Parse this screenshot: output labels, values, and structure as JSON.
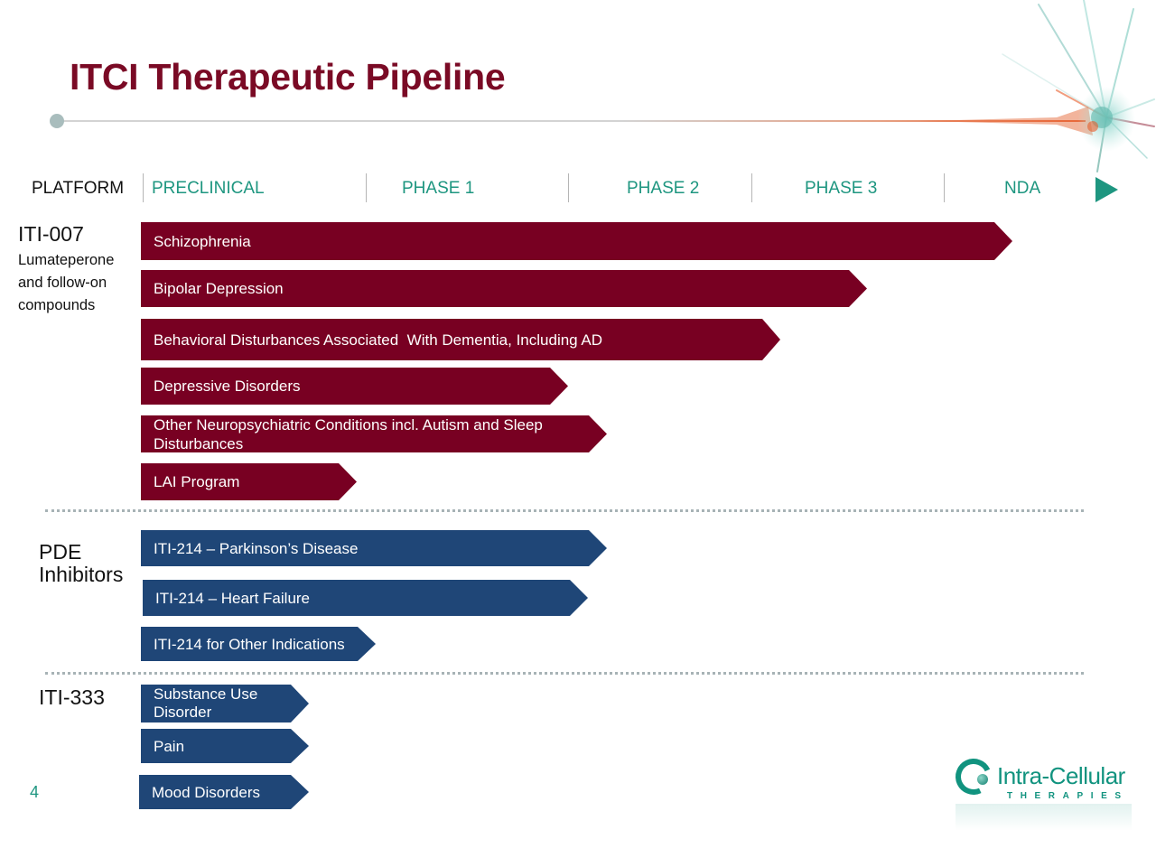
{
  "header": {
    "title": "ITCI Therapeutic Pipeline"
  },
  "phases": {
    "platform": "PLATFORM",
    "preclinical": "PRECLINICAL",
    "phase1": "PHASE 1",
    "phase2": "PHASE 2",
    "phase3": "PHASE 3",
    "nda": "NDA"
  },
  "groups": {
    "iti007": {
      "name": "ITI-007",
      "subtitle_lines": [
        "Lumateperone",
        "and follow-on",
        "compounds"
      ],
      "programs": [
        {
          "label": "Schizophrenia",
          "stage": "NDA"
        },
        {
          "label": "Bipolar Depression",
          "stage": "Phase 3"
        },
        {
          "label": "Behavioral Disturbances Associated  With Dementia, Including AD",
          "stage": "Phase 3"
        },
        {
          "label": "Depressive Disorders",
          "stage": "Phase 2"
        },
        {
          "label_line1": "Other Neuropsychiatric Conditions incl. Autism and Sleep",
          "label_line2": "Disturbances",
          "stage": "Phase 2"
        },
        {
          "label": "LAI Program",
          "stage": "Preclinical"
        }
      ]
    },
    "pde": {
      "name_line1": "PDE",
      "name_line2": "Inhibitors",
      "programs": [
        {
          "label": "ITI-214 – Parkinson’s Disease",
          "stage": "Phase 2"
        },
        {
          "label": "ITI-214 – Heart Failure",
          "stage": "Phase 2"
        },
        {
          "label": "ITI-214 for Other Indications",
          "stage": "Preclinical"
        }
      ]
    },
    "iti333": {
      "name": "ITI-333",
      "programs": [
        {
          "label_line1": "Substance Use",
          "label_line2": "Disorder",
          "stage": "Preclinical"
        },
        {
          "label": "Pain",
          "stage": "Preclinical"
        },
        {
          "label": "Mood Disorders",
          "stage": "Preclinical"
        }
      ]
    }
  },
  "footer": {
    "page_number": "4",
    "logo_name": "Intra-Cellular",
    "logo_sub": "THERAPIES"
  },
  "colors": {
    "title": "#7a0a25",
    "iti007_bar": "#780022",
    "pde_bar": "#1f4677",
    "phase_text": "#1e9680",
    "logo": "#11937f"
  }
}
